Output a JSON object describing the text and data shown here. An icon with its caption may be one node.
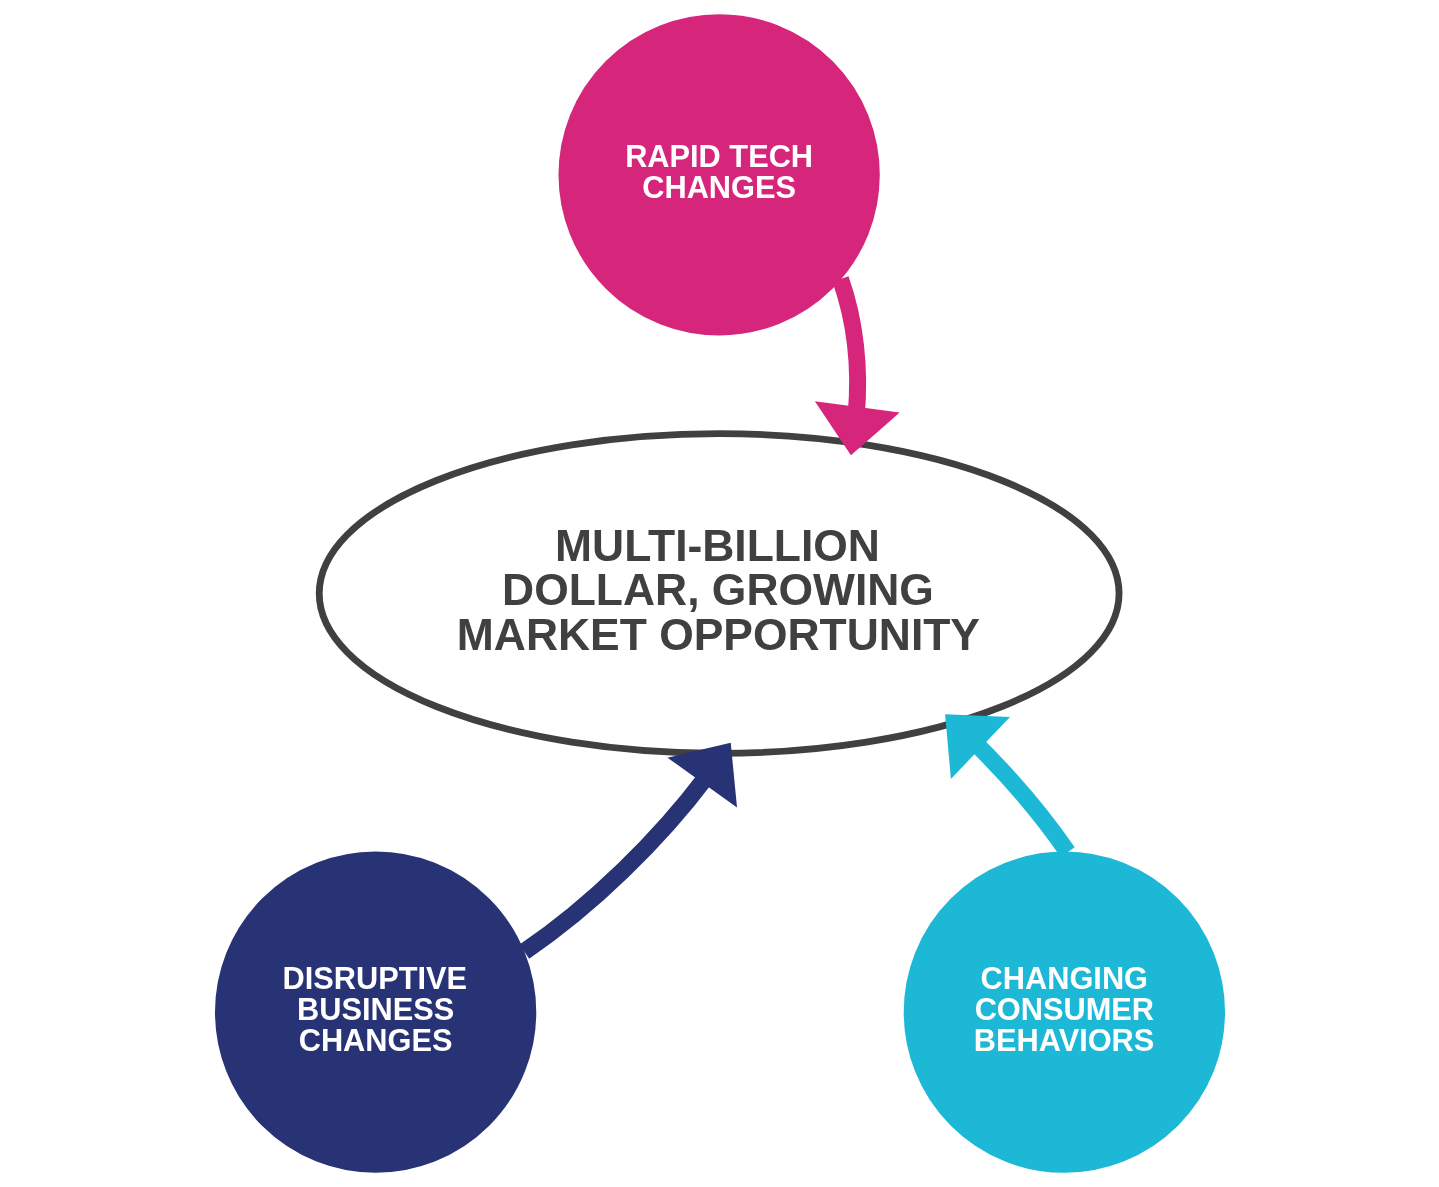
{
  "diagram": {
    "nodes": [
      {
        "text": [
          "RAPID TECH CHANGES"
        ]
      },
      {
        "text": [
          "MULTI-BILLION DOLLAR, GROWING MARKET OPPORTUNITY"
        ]
      },
      {
        "text": [
          "DISRUPTIVE BUSINESS CHANGES"
        ]
      },
      {
        "text": [
          "CHANGING CONSUMER BEHAVIORS"
        ]
      }
    ],
    "edges": [
      {
        "from": 0,
        "to": 1,
        "arrow": "to",
        "color": "#d6267c"
      },
      {
        "from": 2,
        "to": 1,
        "arrow": "to",
        "color": "#283375"
      },
      {
        "from": 3,
        "to": 1,
        "arrow": "to",
        "color": "#1db8d6"
      }
    ]
  }
}
